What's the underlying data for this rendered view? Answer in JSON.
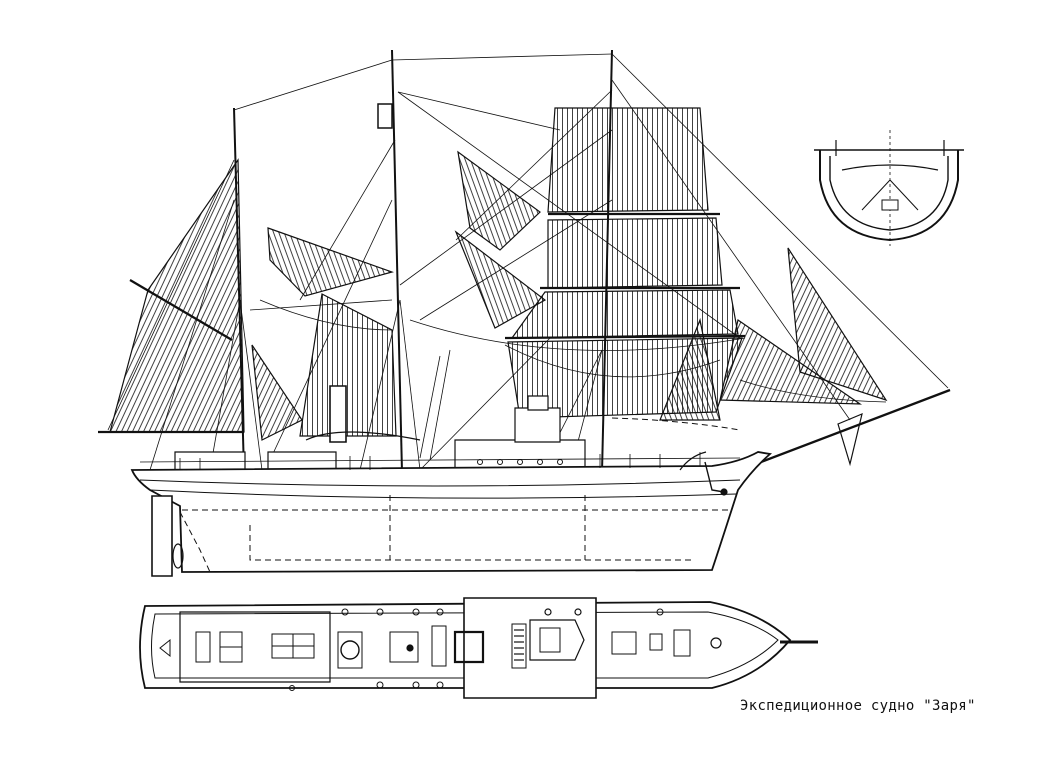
{
  "caption": "Экспедиционное судно \"Заря\"",
  "colors": {
    "ink": "#111111",
    "paper": "#ffffff"
  },
  "views": [
    "side-elevation",
    "deck-plan",
    "midship-section"
  ]
}
